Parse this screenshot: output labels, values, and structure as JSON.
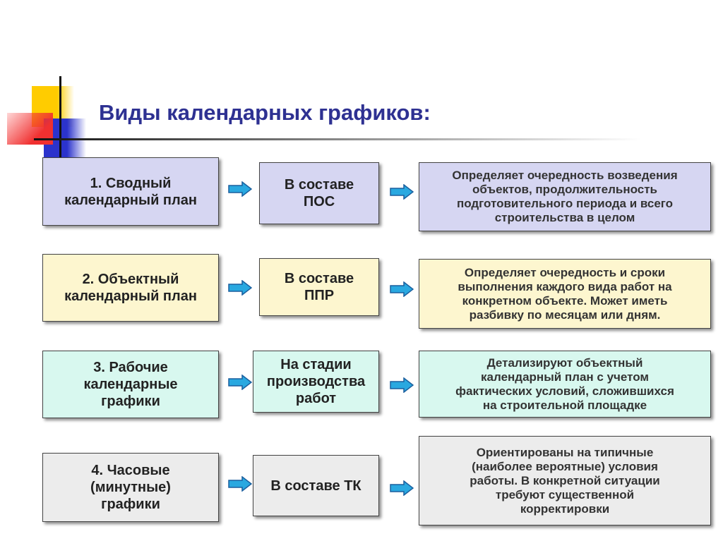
{
  "title": "Виды календарных графиков:",
  "rows": [
    {
      "type": "1. Сводный\nкалендарный план",
      "stage": "В составе\nПОС",
      "description": "Определяет очередность возведения\nобъектов, продолжительность\nподготовительного периода и всего\nстроительства в целом"
    },
    {
      "type": "2. Объектный\nкалендарный план",
      "stage": "В составе\nППР",
      "description": "Определяет очередность и сроки\nвыполнения каждого вида работ на\nконкретном объекте. Может иметь\nразбивку по месяцам или дням."
    },
    {
      "type": "3. Рабочие\nкалендарные\nграфики",
      "stage": "На стадии\nпроизводства\nработ",
      "description": "Детализируют объектный\nкалендарный план с учетом\nфактических условий, сложившихся\nна строительной площадке"
    },
    {
      "type": "4. Часовые\n(минутные)\nграфики",
      "stage": "В составе ТК",
      "description": "Ориентированы на типичные\n(наиболее вероятные) условия\nработы. В конкретной ситуации\nтребуют существенной\nкорректировки"
    }
  ],
  "colors": {
    "title": "#2e3192",
    "arrow": "#29a8e0",
    "row1": "#d6d6f2",
    "row2": "#fdf6cf",
    "row3": "#d8f8ef",
    "row4": "#ececec"
  }
}
